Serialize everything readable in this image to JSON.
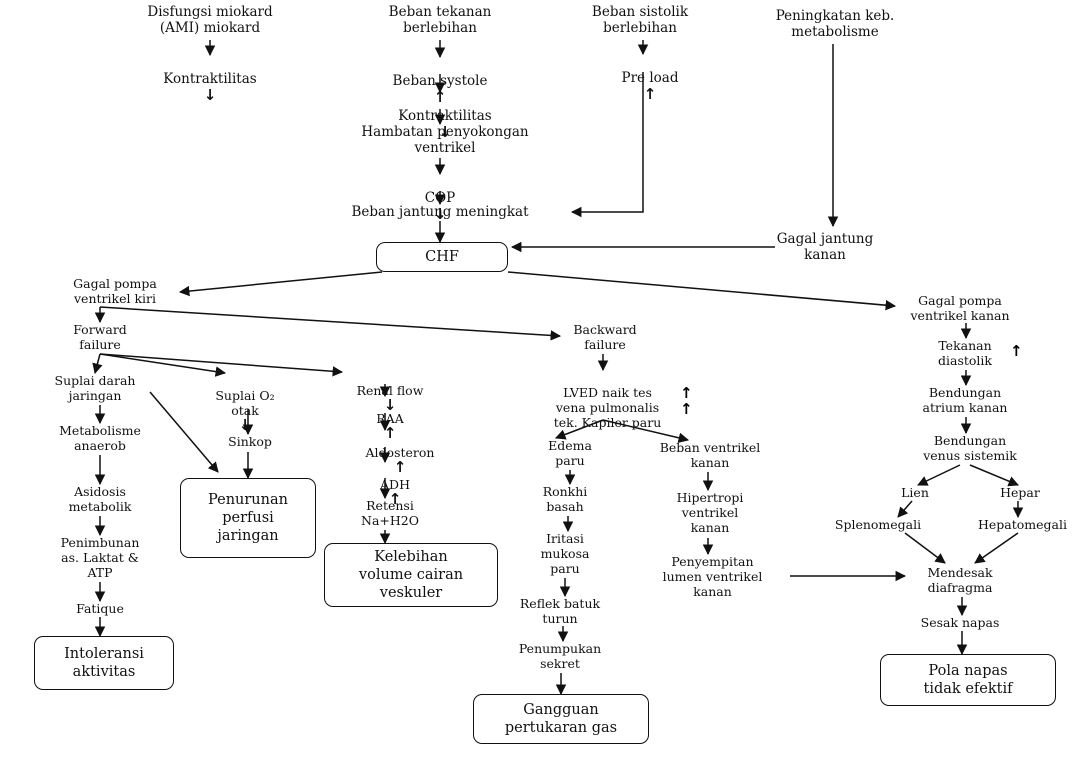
{
  "nodes": {
    "disfungsi": "Disfungsi miokard\n(AMI) miokard",
    "kontraktilitas1": "Kontraktilitas",
    "beban_tekanan": "Beban tekanan\nberlebihan",
    "beban_systole": "Beban systole",
    "kontraktilitas2": "Kontraktilitas",
    "hambatan": "Hambatan penyokongan\nventrikel",
    "cop": "COP",
    "beban_jantung": "Beban jantung meningkat",
    "beban_sistolik": "Beban sistolik\nberlebihan",
    "preload": "Pre load",
    "peningkatan": "Peningkatan keb.\nmetabolisme",
    "gagal_kanan": "Gagal jantung\nkanan",
    "chf": "CHF",
    "gagal_pompa_kiri": "Gagal pompa\nventrikel kiri",
    "forward": "Forward\nfailure",
    "suplai_darah": "Suplai darah\njaringan",
    "metabolisme": "Metabolisme\nanaerob",
    "asidosis": "Asidosis\nmetabolik",
    "penimbunan": "Penimbunan\nas. Laktat &\nATP",
    "fatique": "Fatique",
    "intoleransi": "Intoleransi\naktivitas",
    "suplai_o2": "Suplai O₂\notak",
    "sinkop": "Sinkop",
    "penurunan": "Penurunan\nperfusi\njaringan",
    "renal": "Renal flow",
    "raa": "RAA",
    "aldosteron": "Aldosteron",
    "adh": "ADH",
    "retensi": "Retensi\nNa+H2O",
    "kelebihan": "Kelebihan\nvolume cairan\nveskuler",
    "backward": "Backward\nfailure",
    "lved": "LVED naik tes\nvena pulmonalis\ntek. Kapiler paru",
    "edema": "Edema\nparu",
    "ronkhi": "Ronkhi\nbasah",
    "iritasi": "Iritasi\nmukosa\nparu",
    "reflek": "Reflek batuk\nturun",
    "penumpukan": "Penumpukan\nsekret",
    "gangguan": "Gangguan\npertukaran gas",
    "beban_ventrikel": "Beban ventrikel\nkanan",
    "hipertropi": "Hipertropi\nventrikel\nkanan",
    "penyempitan": "Penyempitan\nlumen ventrikel\nkanan",
    "gagal_pompa_kanan": "Gagal pompa\nventrikel kanan",
    "tekanan_diastolik": "Tekanan\ndiastolik",
    "bendungan_atrium": "Bendungan\natrium kanan",
    "bendungan_vena": "Bendungan\nvenus sistemik",
    "lien": "Lien",
    "hepar": "Hepar",
    "splenomegali": "Splenomegali",
    "hepatomegali": "Hepatomegali",
    "mendesak": "Mendesak\ndiafragma",
    "sesak": "Sesak napas",
    "pola": "Pola napas\ntidak efektif"
  },
  "indicators": {
    "up": "↑",
    "down": "↓"
  },
  "colors": {
    "line": "#111111",
    "box_border": "#111111",
    "background": "#ffffff"
  }
}
